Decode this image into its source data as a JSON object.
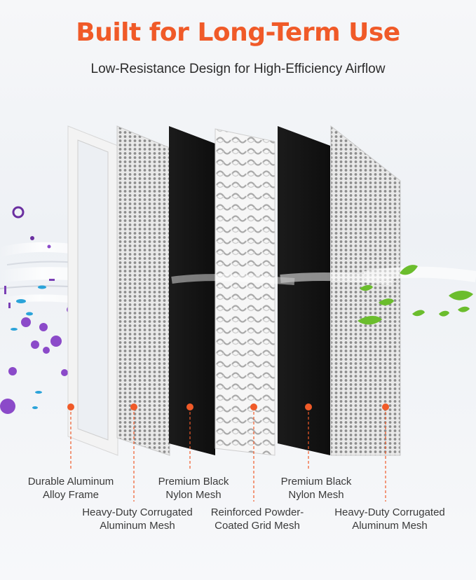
{
  "header": {
    "title": "Built for Long-Term Use",
    "subtitle": "Low-Resistance Design for High-Efficiency Airflow"
  },
  "colors": {
    "accent": "#f05a28",
    "label_text": "#3a3a3a",
    "black_mesh": "#141414",
    "frame": "#f4f4f4",
    "leaf": "#6bbd2d",
    "particle": "#8b4ac9"
  },
  "layers": [
    {
      "id": "frame",
      "line1": "Durable Aluminum",
      "line2": "Alloy Frame"
    },
    {
      "id": "corrugated-1",
      "line1": "Heavy-Duty Corrugated",
      "line2": "Aluminum Mesh"
    },
    {
      "id": "nylon-1",
      "line1": "Premium Black",
      "line2": "Nylon Mesh"
    },
    {
      "id": "grid",
      "line1": "Reinforced Powder-",
      "line2": "Coated Grid Mesh"
    },
    {
      "id": "nylon-2",
      "line1": "Premium Black",
      "line2": "Nylon Mesh"
    },
    {
      "id": "corrugated-2",
      "line1": "Heavy-Duty Corrugated",
      "line2": "Aluminum Mesh"
    }
  ],
  "icons": [
    "virus-icon",
    "leaf-icon",
    "airflow-icon"
  ]
}
